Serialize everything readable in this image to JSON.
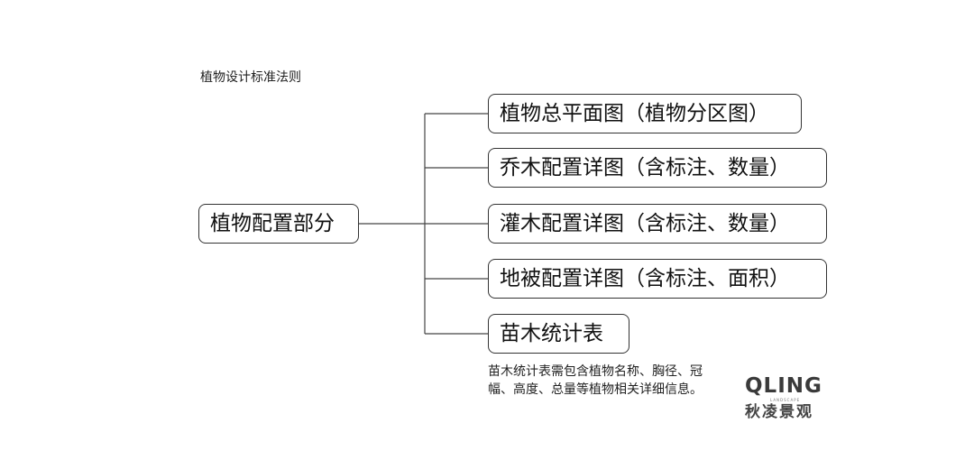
{
  "page": {
    "title": "植物设计标准法则"
  },
  "diagram": {
    "root": {
      "label": "植物配置部分"
    },
    "children": [
      {
        "label": "植物总平面图（植物分区图）"
      },
      {
        "label": "乔木配置详图（含标注、数量）"
      },
      {
        "label": "灌木配置详图（含标注、数量）"
      },
      {
        "label": "地被配置详图（含标注、面积）"
      },
      {
        "label": "苗木统计表"
      }
    ],
    "note": "苗木统计表需包含植物名称、胸径、冠幅、高度、总量等植物相关详细信息。"
  },
  "logo": {
    "wordmark": "QLING",
    "tagline": "LANDSCAPE",
    "name_cn": "秋凌景观"
  }
}
